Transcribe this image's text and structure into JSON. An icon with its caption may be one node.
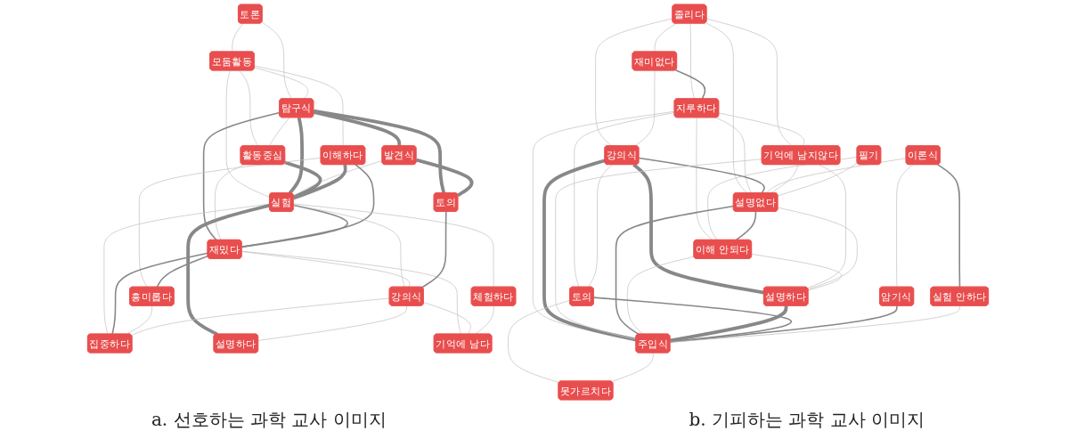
{
  "diagram": {
    "nodes": [
      {
        "text": [
          "토론"
        ]
      },
      {
        "text": [
          "모둠활동"
        ]
      },
      {
        "text": [
          "탐구식"
        ]
      },
      {
        "text": [
          "활동중심"
        ]
      },
      {
        "text": [
          "이해하다"
        ]
      },
      {
        "text": [
          "발견식"
        ]
      },
      {
        "text": [
          "실험"
        ]
      },
      {
        "text": [
          "재밌다"
        ]
      },
      {
        "text": [
          "흥미롭다"
        ]
      },
      {
        "text": [
          "토의"
        ]
      },
      {
        "text": [
          "강의식"
        ]
      },
      {
        "text": [
          "집중하다"
        ]
      },
      {
        "text": [
          "체험하다"
        ]
      },
      {
        "text": [
          "설명하다"
        ]
      },
      {
        "text": [
          "기억에 남다"
        ]
      },
      {
        "text": [
          "졸리다"
        ]
      },
      {
        "text": [
          "재미없다"
        ]
      },
      {
        "text": [
          "기억에 남지않다"
        ]
      },
      {
        "text": [
          "필기"
        ]
      },
      {
        "text": [
          "지루하다"
        ]
      },
      {
        "text": [
          "강의식"
        ]
      },
      {
        "text": [
          "설명없다"
        ]
      },
      {
        "text": [
          "이해 안되다"
        ]
      },
      {
        "text": [
          "이론식"
        ]
      },
      {
        "text": [
          "토의"
        ]
      },
      {
        "text": [
          "설명하다"
        ]
      },
      {
        "text": [
          "주입식"
        ]
      },
      {
        "text": [
          "암기식"
        ]
      },
      {
        "text": [
          "실험 안하다"
        ]
      },
      {
        "text": [
          "못가르치다"
        ]
      }
    ],
    "edges": [
      {
        "from": 0,
        "to": 1,
        "arrow": "none"
      },
      {
        "from": 0,
        "to": 2,
        "arrow": "none"
      },
      {
        "from": 1,
        "to": 2,
        "arrow": "none"
      },
      {
        "from": 1,
        "to": 6,
        "arrow": "none"
      },
      {
        "from": 1,
        "to": 3,
        "arrow": "none"
      },
      {
        "from": 1,
        "to": 4,
        "arrow": "none"
      },
      {
        "from": 2,
        "to": 3,
        "arrow": "none"
      },
      {
        "from": 2,
        "to": 5,
        "arrow": "none",
        "style": "thick",
        "color": "#888888"
      },
      {
        "from": 2,
        "to": 9,
        "arrow": "none",
        "style": "thick",
        "color": "#888888"
      },
      {
        "from": 2,
        "to": 6,
        "arrow": "none",
        "style": "thick",
        "color": "#888888"
      },
      {
        "from": 2,
        "to": 7,
        "arrow": "none",
        "color": "#888888"
      },
      {
        "from": 5,
        "to": 9,
        "arrow": "none",
        "style": "thick",
        "color": "#888888"
      },
      {
        "from": 5,
        "to": 6,
        "arrow": "none"
      },
      {
        "from": 3,
        "to": 6,
        "arrow": "none",
        "style": "thick",
        "color": "#888888"
      },
      {
        "from": 3,
        "to": 7,
        "arrow": "none"
      },
      {
        "from": 4,
        "to": 6,
        "arrow": "none",
        "style": "thick",
        "color": "#888888"
      },
      {
        "from": 4,
        "to": 7,
        "arrow": "none",
        "color": "#888888"
      },
      {
        "from": 4,
        "to": 8,
        "arrow": "none"
      },
      {
        "from": 6,
        "to": 7,
        "arrow": "none",
        "color": "#888888"
      },
      {
        "from": 6,
        "to": 10,
        "arrow": "none"
      },
      {
        "from": 6,
        "to": 11,
        "arrow": "none"
      },
      {
        "from": 6,
        "to": 12,
        "arrow": "none"
      },
      {
        "from": 6,
        "to": 13,
        "arrow": "none",
        "style": "thick",
        "color": "#888888"
      },
      {
        "from": 7,
        "to": 8,
        "arrow": "none",
        "color": "#888888"
      },
      {
        "from": 7,
        "to": 10,
        "arrow": "none"
      },
      {
        "from": 7,
        "to": 11,
        "arrow": "none",
        "color": "#888888"
      },
      {
        "from": 7,
        "to": 14,
        "arrow": "none"
      },
      {
        "from": 8,
        "to": 11,
        "arrow": "none"
      },
      {
        "from": 9,
        "to": 10,
        "arrow": "none",
        "color": "#888888"
      },
      {
        "from": 10,
        "to": 11,
        "arrow": "none"
      },
      {
        "from": 10,
        "to": 13,
        "arrow": "none"
      },
      {
        "from": 10,
        "to": 14,
        "arrow": "none"
      },
      {
        "from": 12,
        "to": 14,
        "arrow": "none"
      },
      {
        "from": 15,
        "to": 16,
        "arrow": "none"
      },
      {
        "from": 15,
        "to": 19,
        "arrow": "none"
      },
      {
        "from": 15,
        "to": 20,
        "arrow": "none"
      },
      {
        "from": 15,
        "to": 17,
        "arrow": "none"
      },
      {
        "from": 15,
        "to": 21,
        "arrow": "none"
      },
      {
        "from": 16,
        "to": 20,
        "arrow": "none"
      },
      {
        "from": 16,
        "to": 19,
        "arrow": "none",
        "color": "#888888"
      },
      {
        "from": 19,
        "to": 17,
        "arrow": "none"
      },
      {
        "from": 19,
        "to": 22,
        "arrow": "none"
      },
      {
        "from": 19,
        "to": 21,
        "arrow": "none"
      },
      {
        "from": 19,
        "to": 26,
        "arrow": "none"
      },
      {
        "from": 19,
        "to": 24,
        "arrow": "none"
      },
      {
        "from": 20,
        "to": 21,
        "arrow": "none",
        "color": "#888888"
      },
      {
        "from": 20,
        "to": 25,
        "arrow": "none",
        "style": "thick",
        "color": "#888888"
      },
      {
        "from": 20,
        "to": 26,
        "arrow": "none",
        "style": "thick",
        "color": "#888888"
      },
      {
        "from": 20,
        "to": 24,
        "arrow": "none"
      },
      {
        "from": 23,
        "to": 21,
        "arrow": "none"
      },
      {
        "from": 17,
        "to": 21,
        "arrow": "none"
      },
      {
        "from": 17,
        "to": 26,
        "arrow": "none"
      },
      {
        "from": 17,
        "to": 25,
        "arrow": "none"
      },
      {
        "from": 18,
        "to": 21,
        "arrow": "none"
      },
      {
        "from": 18,
        "to": 22,
        "arrow": "none"
      },
      {
        "from": 21,
        "to": 22,
        "arrow": "none",
        "color": "#888888"
      },
      {
        "from": 21,
        "to": 26,
        "arrow": "none",
        "color": "#888888"
      },
      {
        "from": 21,
        "to": 25,
        "arrow": "none"
      },
      {
        "from": 22,
        "to": 25,
        "arrow": "none"
      },
      {
        "from": 22,
        "to": 26,
        "arrow": "none"
      },
      {
        "from": 25,
        "to": 26,
        "arrow": "none",
        "style": "thick",
        "color": "#888888"
      },
      {
        "from": 24,
        "to": 26,
        "arrow": "none",
        "color": "#888888"
      },
      {
        "from": 24,
        "to": 29,
        "arrow": "none"
      },
      {
        "from": 23,
        "to": 27,
        "arrow": "none"
      },
      {
        "from": 23,
        "to": 28,
        "arrow": "none",
        "color": "#888888"
      },
      {
        "from": 27,
        "to": 26,
        "arrow": "none",
        "color": "#888888"
      },
      {
        "from": 28,
        "to": 26,
        "arrow": "none"
      },
      {
        "from": 26,
        "to": 29,
        "arrow": "none"
      }
    ],
    "labels": [
      "a. 선호하는 과학 교사 이미지",
      "b. 기피하는 과학 교사 이미지"
    ]
  }
}
